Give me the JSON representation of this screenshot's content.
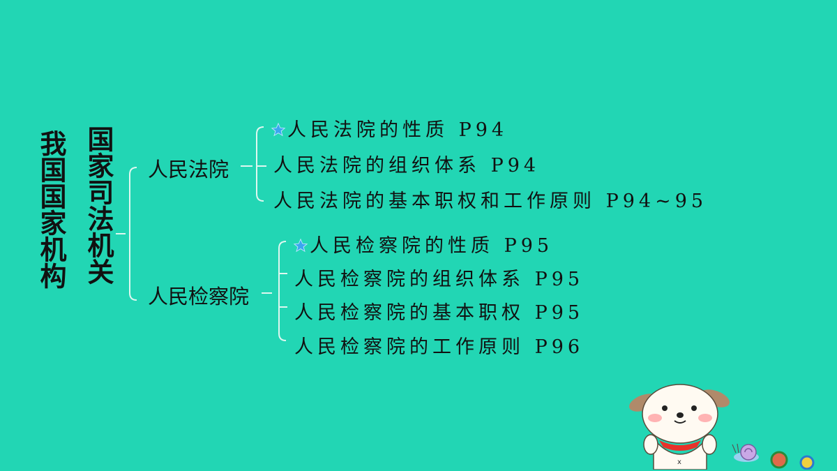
{
  "left_columns": {
    "col1": "我国国家机构",
    "col2": "国家司法机关"
  },
  "branches": [
    {
      "label": "人民法院",
      "items": [
        {
          "text": "人民法院的性质 P94",
          "starred": true
        },
        {
          "text": "人民法院的组织体系 P94",
          "starred": false
        },
        {
          "text": "人民法院的基本职权和工作原则 P94~95",
          "starred": false
        }
      ]
    },
    {
      "label": "人民检察院",
      "items": [
        {
          "text": "人民检察院的性质 P95",
          "starred": true
        },
        {
          "text": "人民检察院的组织体系 P95",
          "starred": false
        },
        {
          "text": "人民检察院的基本职权 P95",
          "starred": false
        },
        {
          "text": "人民检察院的工作原则 P96",
          "starred": false
        }
      ]
    }
  ],
  "colors": {
    "background": "#22d6b4",
    "line": "#dff7f0",
    "star": "#3aa6f0"
  }
}
